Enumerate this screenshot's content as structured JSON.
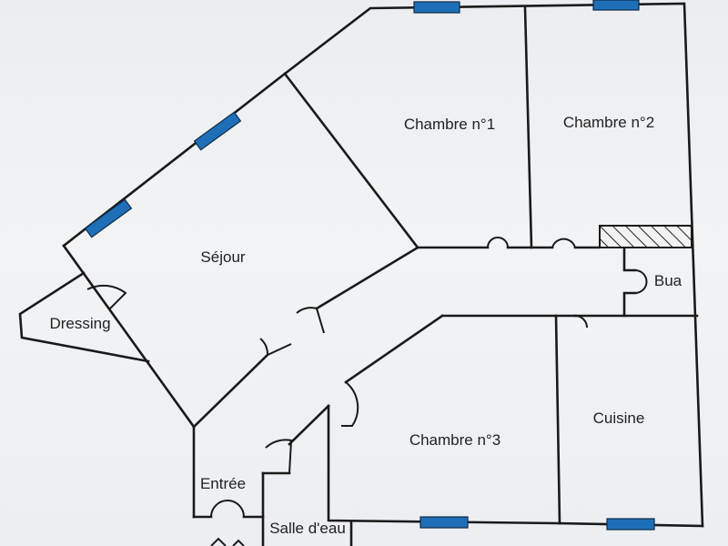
{
  "rooms": {
    "chambre1": "Chambre n°1",
    "chambre2": "Chambre n°2",
    "sejour": "Séjour",
    "bua": "Bua",
    "dressing": "Dressing",
    "chambre3": "Chambre n°3",
    "cuisine": "Cuisine",
    "entree": "Entrée",
    "salle_eau": "Salle d'eau"
  },
  "colors": {
    "window": "#1f6fb8",
    "wall": "#1a1a1a",
    "paper": "#eceef1"
  }
}
